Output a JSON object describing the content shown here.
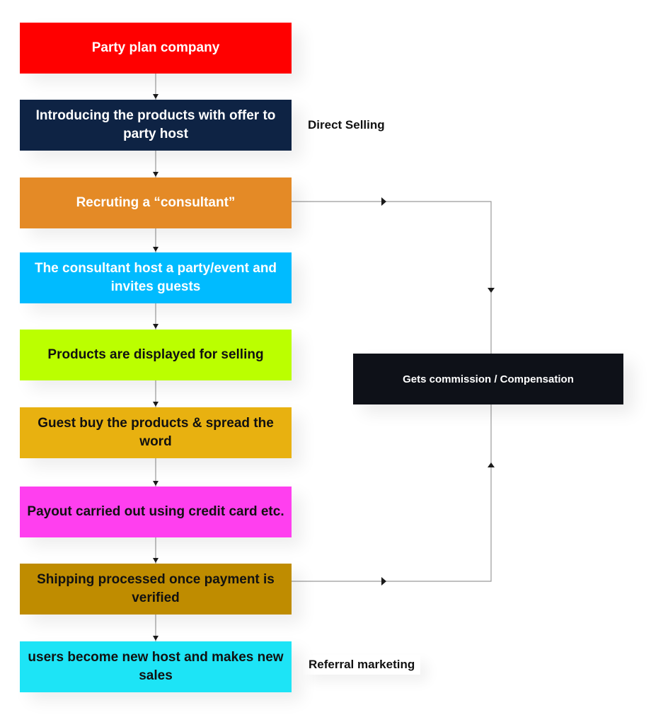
{
  "steps": [
    {
      "label": "Party plan company",
      "bg": "#ff0000",
      "fg": "#ffffff"
    },
    {
      "label": "Introducing the products with offer to party host",
      "bg": "#0e2344",
      "fg": "#ffffff"
    },
    {
      "label": "Recruting a “consultant”",
      "bg": "#e48a26",
      "fg": "#ffffff"
    },
    {
      "label": "The consultant host a party/event and invites guests",
      "bg": "#00bbff",
      "fg": "#ffffff"
    },
    {
      "label": "Products are displayed for selling",
      "bg": "#bbff00",
      "fg": "#111111"
    },
    {
      "label": "Guest buy the products & spread the word",
      "bg": "#e8b110",
      "fg": "#111111"
    },
    {
      "label": "Payout carried out using credit card etc.",
      "bg": "#ff3fef",
      "fg": "#111111"
    },
    {
      "label": "Shipping processed once payment is verified",
      "bg": "#bf8c00",
      "fg": "#111111"
    },
    {
      "label": "users become new host and makes new sales",
      "bg": "#1de4f6",
      "fg": "#111111"
    }
  ],
  "side_labels": {
    "direct_selling": "Direct Selling",
    "referral_marketing": "Referral marketing"
  },
  "commission_box": {
    "label": "Gets commission / Compensation",
    "bg": "#0e1118",
    "fg": "#ffffff"
  },
  "connector_color": "#9a9a9a",
  "arrow_color": "#1b1b1b"
}
